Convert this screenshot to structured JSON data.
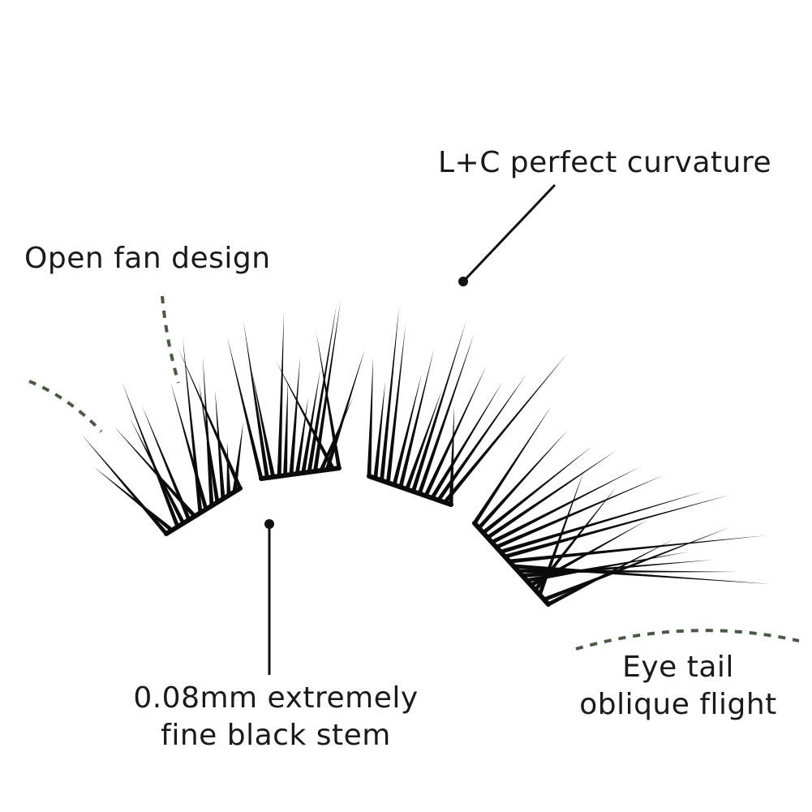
{
  "labels": {
    "curvature": "L+C perfect curvature",
    "fan": "Open fan design",
    "stem_line1": "0.08mm extremely",
    "stem_line2": "fine black stem",
    "tail_line1": "Eye tail",
    "tail_line2": "oblique flight"
  },
  "colors": {
    "text": "#1a1a1a",
    "lash": "#0b0b0b",
    "dash": "#4a5a44",
    "background": "#ffffff"
  }
}
